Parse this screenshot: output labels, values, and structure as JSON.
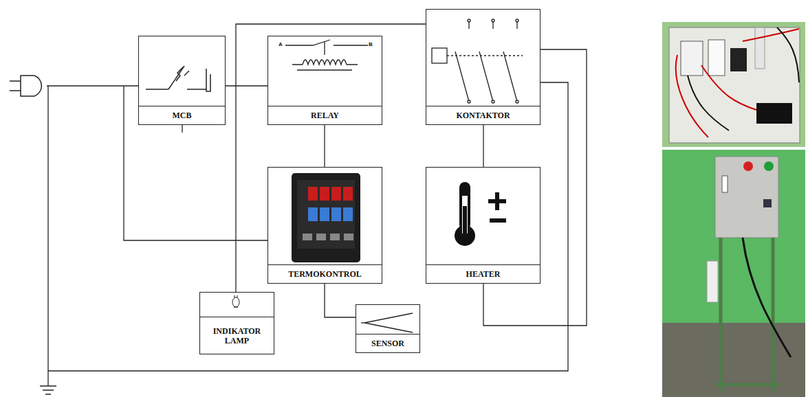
{
  "diagram": {
    "nodes": [
      {
        "text": [
          "MCB"
        ]
      },
      {
        "text": [
          "RELAY"
        ]
      },
      {
        "text": [
          "KONTAKTOR"
        ]
      },
      {
        "text": [
          "TERMOKONTROL"
        ]
      },
      {
        "text": [
          "HEATER"
        ]
      },
      {
        "text": [
          "INDIKATOR LAMP"
        ]
      },
      {
        "text": [
          "SENSOR"
        ]
      }
    ],
    "edges": [
      {
        "from": 0,
        "to": 1,
        "arrow": "none"
      },
      {
        "from": 1,
        "to": 3,
        "arrow": "none"
      },
      {
        "from": 2,
        "to": 4,
        "arrow": "none"
      },
      {
        "from": 3,
        "to": 6,
        "arrow": "none"
      },
      {
        "from": 5,
        "to": 2,
        "arrow": "none"
      },
      {
        "from": 4,
        "to": 2,
        "arrow": "none"
      }
    ],
    "labels": [
      "A",
      "B"
    ]
  }
}
